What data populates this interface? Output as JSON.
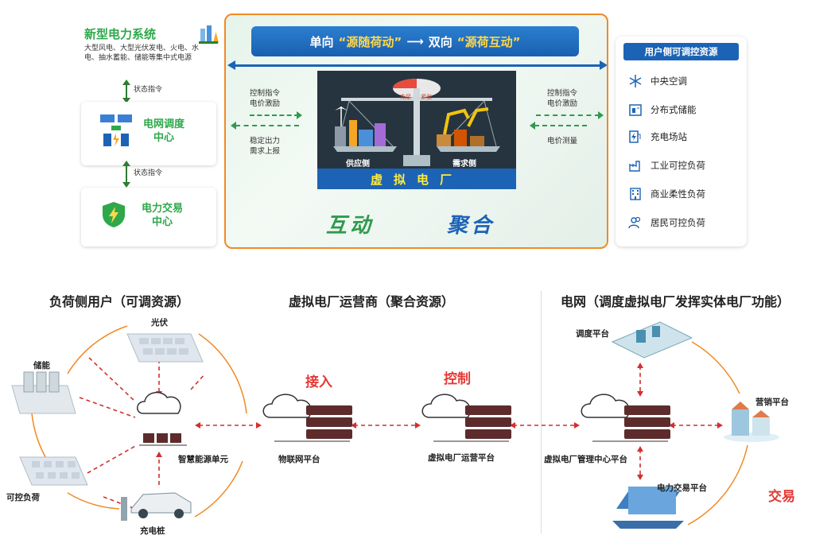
{
  "top": {
    "left": {
      "system_title": "新型电力系统",
      "system_desc": "大型风电、大型光伏发电、火电、水电、抽水蓄能、储能等集中式电源",
      "status_cmd_1": "状态指令",
      "grid_dispatch": "电网调度中心",
      "status_cmd_2": "状态指令",
      "power_trading": "电力交易中心"
    },
    "center": {
      "banner_part1": "单向",
      "banner_q1": "“源随荷动”",
      "banner_part2": "双向",
      "banner_q2": "“源荷互动”",
      "left_upper_note": "控制指令\n电价激励",
      "left_lower_note": "稳定出力\n需求上报",
      "right_upper_note": "控制指令\n电价激励",
      "right_lower_note": "电价测量",
      "supply_side": "供应侧",
      "demand_side": "需求侧",
      "scale_left_tag": "充足",
      "scale_right_tag": "紧张",
      "vpp_label": "虚拟电厂",
      "interact": "互动",
      "aggregate": "聚合"
    },
    "right": {
      "title": "用户侧可调控资源",
      "items": [
        {
          "label": "中央空调",
          "icon": "snowflake-icon"
        },
        {
          "label": "分布式储能",
          "icon": "battery-storage-icon"
        },
        {
          "label": "充电场站",
          "icon": "charging-station-icon"
        },
        {
          "label": "工业可控负荷",
          "icon": "factory-icon"
        },
        {
          "label": "商业柔性负荷",
          "icon": "building-icon"
        },
        {
          "label": "居民可控负荷",
          "icon": "people-icon"
        }
      ]
    }
  },
  "bottom": {
    "section_load": "负荷侧用户（可调资源）",
    "section_operator": "虚拟电厂运营商（聚合资源）",
    "section_grid": "电网（调度虚拟电厂发挥实体电厂功能）",
    "pv": "光伏",
    "storage": "储能",
    "controllable_load": "可控负荷",
    "charging_pile": "充电桩",
    "smart_energy_unit": "智慧能源单元",
    "iot_platform": "物联网平台",
    "vpp_operation_platform": "虚拟电厂运营平台",
    "vpp_mgmt_platform": "虚拟电厂管理中心平台",
    "dispatch_platform": "调度平台",
    "marketing_platform": "营销平台",
    "trading_platform": "电力交易平台",
    "access": "接入",
    "control": "控制",
    "trade": "交易"
  },
  "colors": {
    "accent_blue": "#1c63b5",
    "accent_green": "#2ea84a",
    "accent_orange": "#f08a24",
    "accent_red": "#e53935"
  }
}
